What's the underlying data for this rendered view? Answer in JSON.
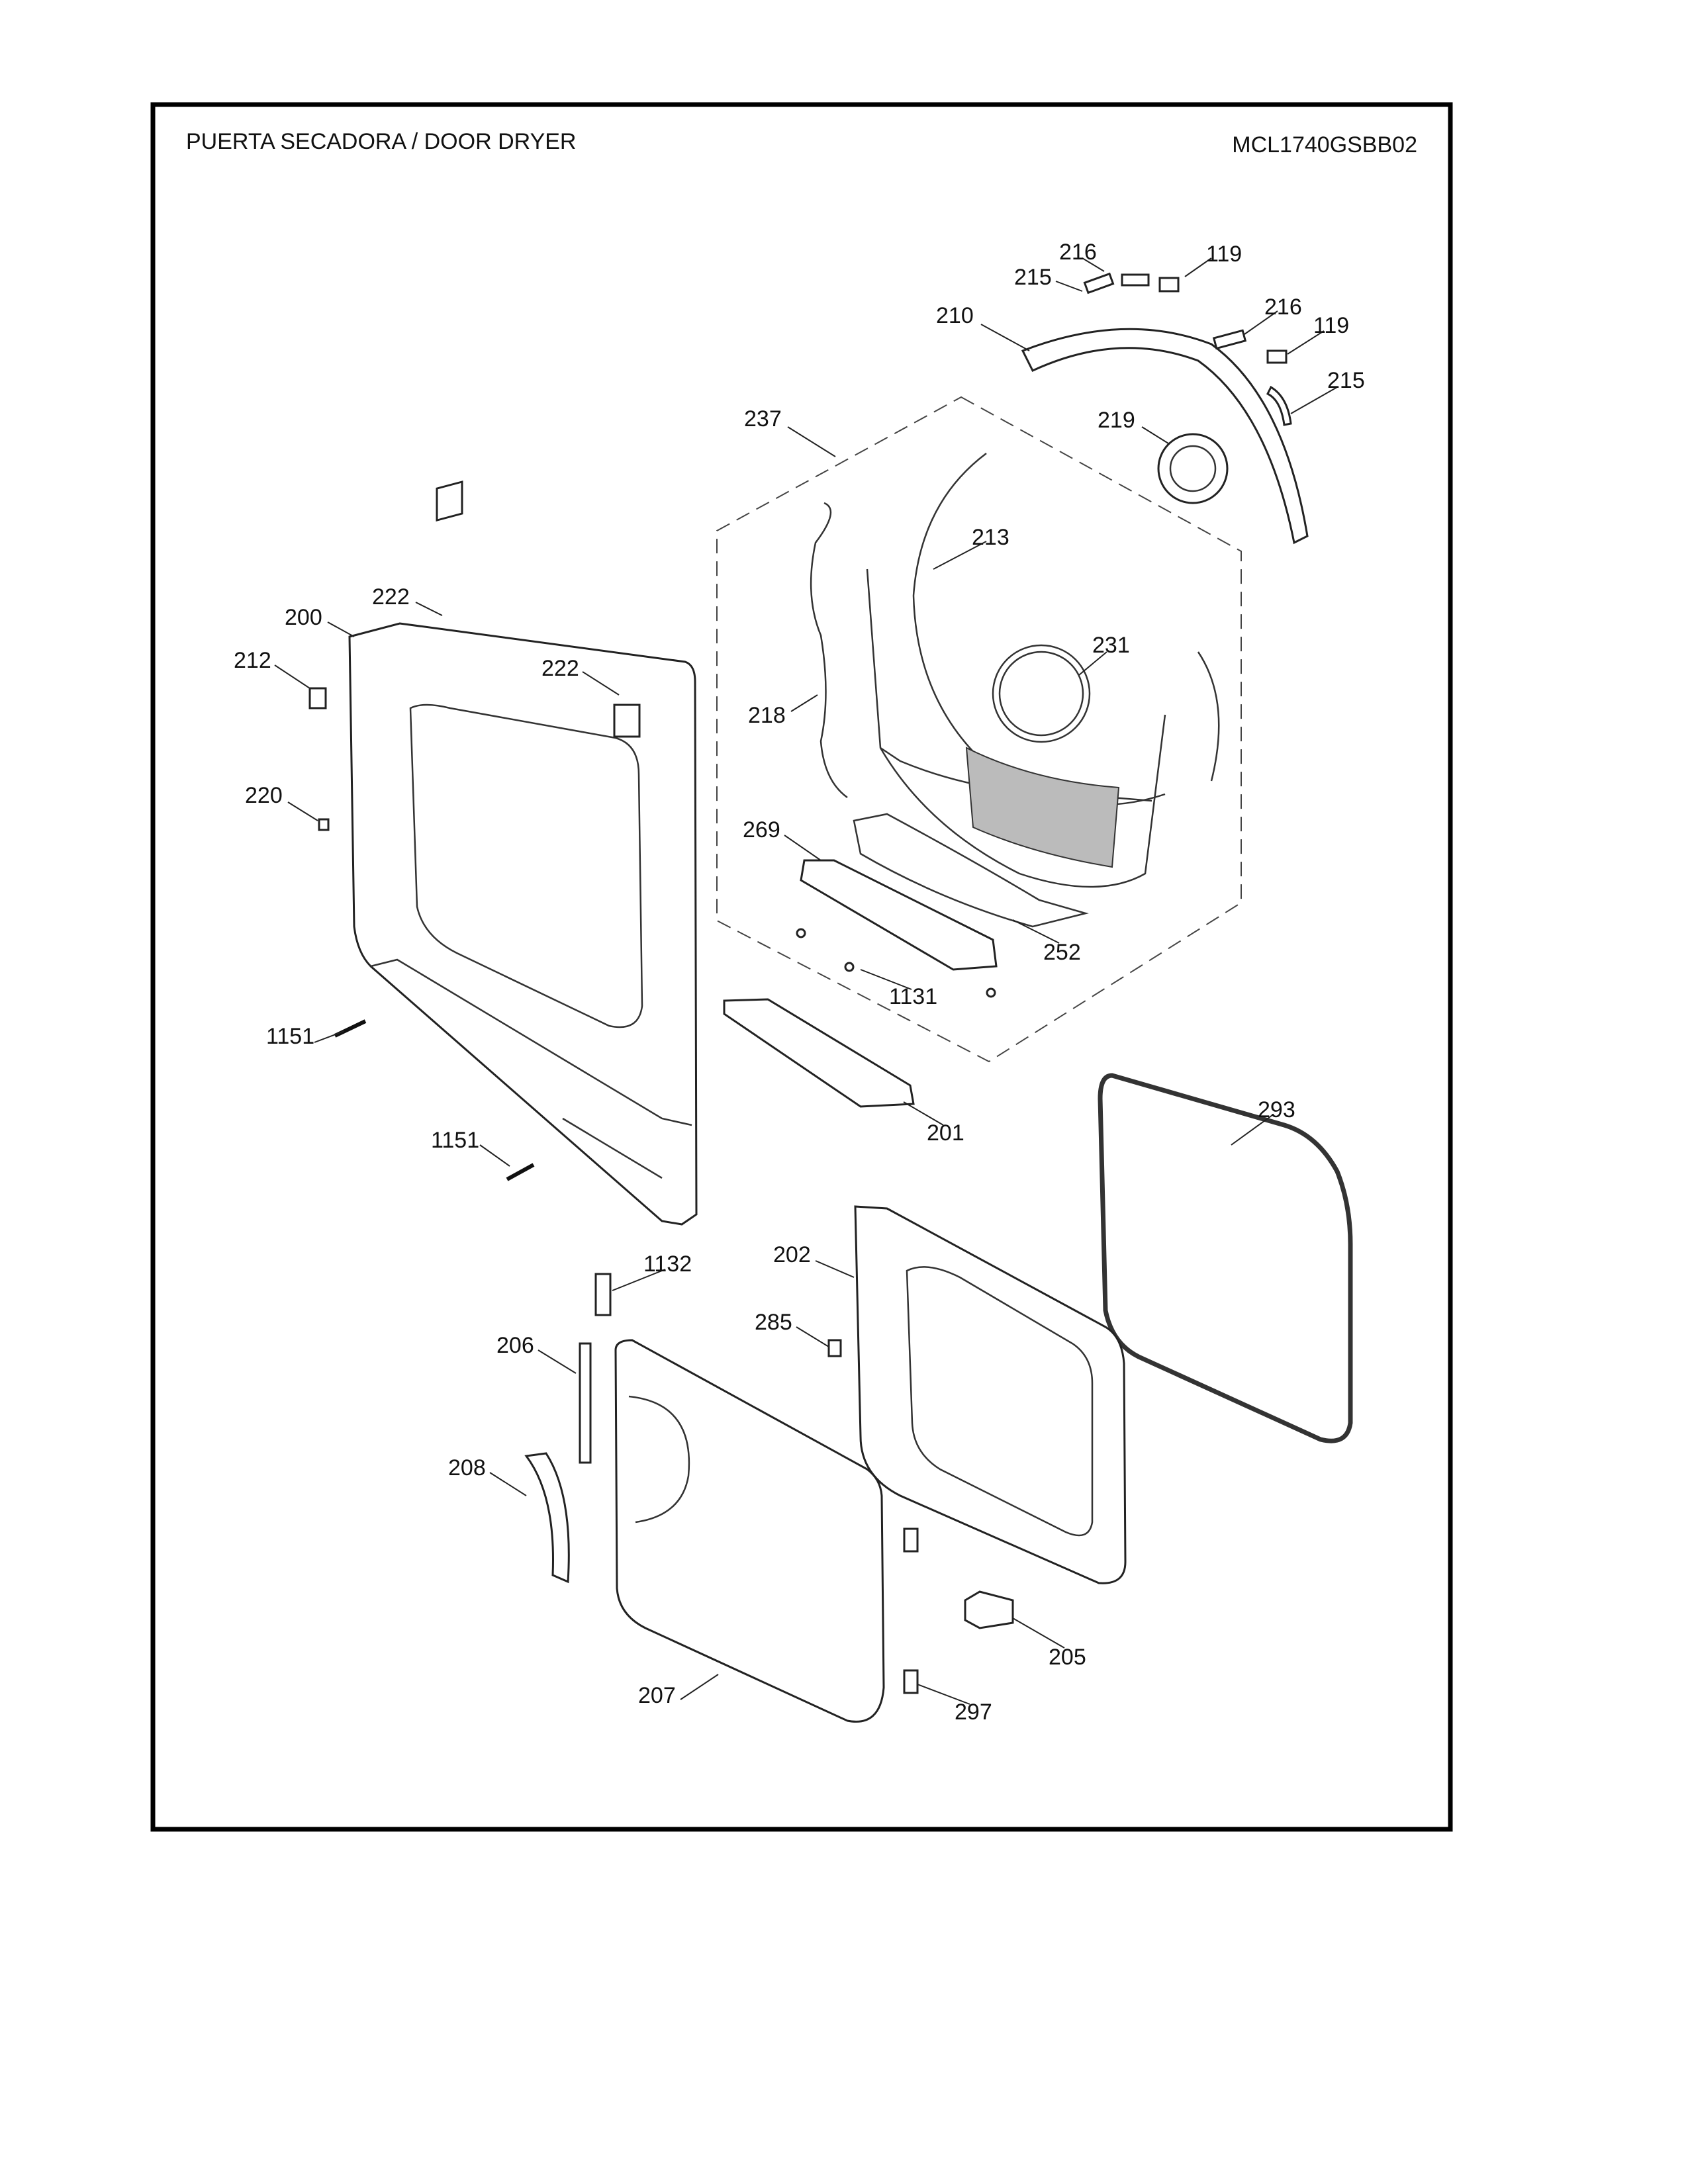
{
  "header": {
    "title": "PUERTA SECADORA / DOOR DRYER",
    "model": "MCL1740GSBB02"
  },
  "callouts": {
    "c216a": "216",
    "c119a": "119",
    "c215a": "215",
    "c210": "210",
    "c216b": "216",
    "c119b": "119",
    "c215b": "215",
    "c237": "237",
    "c219": "219",
    "c213": "213",
    "c222a": "222",
    "c200": "200",
    "c222b": "222",
    "c231": "231",
    "c212": "212",
    "c218": "218",
    "c220": "220",
    "c269": "269",
    "c252": "252",
    "c1131": "1131",
    "c1151a": "1151",
    "c293": "293",
    "c201": "201",
    "c1151b": "1151",
    "c202": "202",
    "c1132": "1132",
    "c285": "285",
    "c206": "206",
    "c208": "208",
    "c205": "205",
    "c207": "207",
    "c297": "297"
  }
}
